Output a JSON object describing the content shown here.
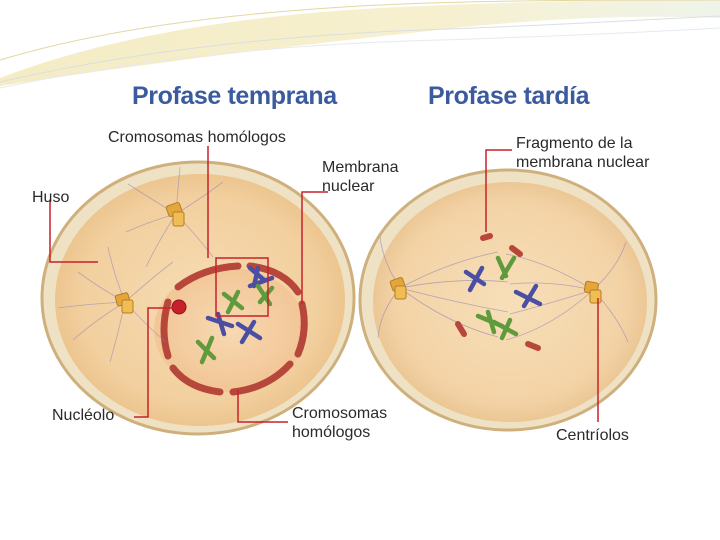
{
  "titles": {
    "early": "Profase temprana",
    "late": "Profase tardía"
  },
  "labels": {
    "chromosomes_top": "Cromosomas homólogos",
    "spindle": "Huso",
    "membrane": [
      "Membrana",
      "nuclear"
    ],
    "nucleolus": "Nucléolo",
    "chromosomes_bottom": [
      "Cromosomas",
      "homólogos"
    ],
    "fragment": [
      "Fragmento de la",
      "membrana nuclear"
    ],
    "centrioles": "Centríolos"
  },
  "colors": {
    "title": "#3b5b9e",
    "leader": "#c8202a",
    "cytoplasm": "#f3d3a6",
    "cell_border": "#d4b27a",
    "nuclear_membrane": "#b7463b",
    "chromosome_blue": "#4b4fa3",
    "chromosome_green": "#5f9a3c",
    "centriole": "#e3a63a",
    "spindle": "#8c7fb8"
  }
}
